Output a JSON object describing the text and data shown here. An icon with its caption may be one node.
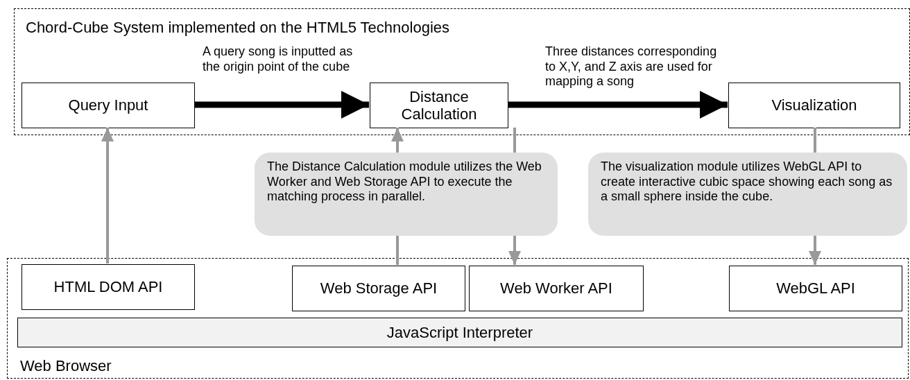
{
  "diagram": {
    "nodes": [
      {
        "text": [
          "Chord-Cube System implemented on the HTML5 Technologies"
        ]
      },
      {
        "text": [
          "Query Input"
        ],
        "in": 0
      },
      {
        "text": [
          "Distance Calculation"
        ],
        "in": 0
      },
      {
        "text": [
          "Visualization"
        ],
        "in": 0
      },
      {
        "text": [
          "The Distance Calculation module utilizes the Web Worker and Web Storage API to execute the matching process in parallel."
        ]
      },
      {
        "text": [
          "The visualization module utilizes WebGL API to create interactive cubic space showing each song as a small sphere inside the cube."
        ]
      },
      {
        "text": [
          "Web Browser"
        ]
      },
      {
        "text": [
          "HTML DOM API"
        ],
        "in": 6
      },
      {
        "text": [
          "Web Storage API"
        ],
        "in": 6
      },
      {
        "text": [
          "Web Worker API"
        ],
        "in": 6
      },
      {
        "text": [
          "WebGL API"
        ],
        "in": 6
      },
      {
        "text": [
          "JavaScript Interpreter"
        ],
        "in": 6
      }
    ],
    "edges": [
      {
        "from": 1,
        "to": 2,
        "arrow": "to",
        "label": "A query song is inputted as the origin point of the cube",
        "style": "thick",
        "color": "#000000"
      },
      {
        "from": 2,
        "to": 3,
        "arrow": "to",
        "label": "Three distances corresponding to X,Y, and Z axis are used for mapping a song",
        "style": "thick",
        "color": "#000000"
      },
      {
        "from": 7,
        "to": 1,
        "arrow": "to"
      },
      {
        "from": 8,
        "to": 4,
        "arrow": "none"
      },
      {
        "from": 4,
        "to": 2,
        "arrow": "to"
      },
      {
        "from": 2,
        "to": 4,
        "arrow": "none"
      },
      {
        "from": 4,
        "to": 9,
        "arrow": "to"
      },
      {
        "from": 3,
        "to": 5,
        "arrow": "none"
      },
      {
        "from": 5,
        "to": 10,
        "arrow": "to"
      }
    ]
  }
}
